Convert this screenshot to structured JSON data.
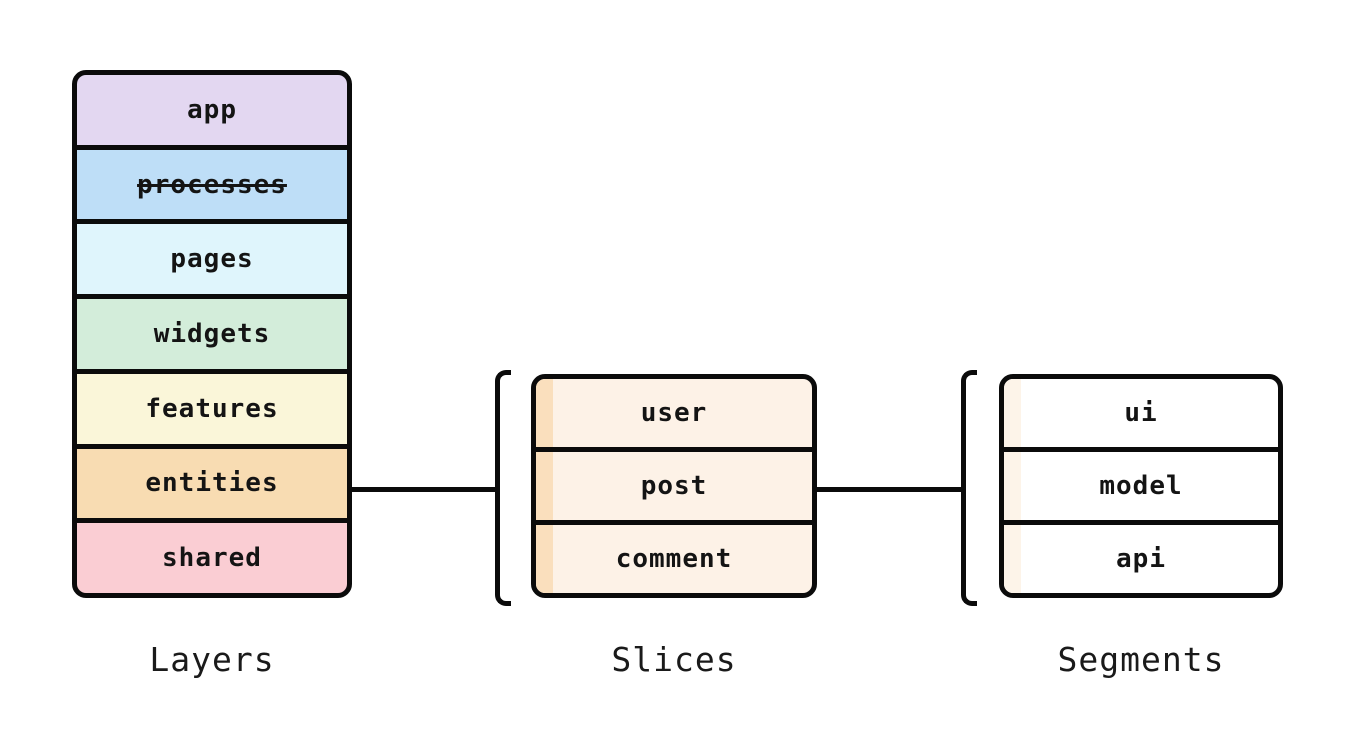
{
  "colors": {
    "stroke": "#0b0b0b",
    "background": "#ffffff"
  },
  "layers": {
    "label": "Layers",
    "items": [
      {
        "label": "app",
        "color": "#e3d7f1",
        "deprecated": false
      },
      {
        "label": "processes",
        "color": "#bedef7",
        "deprecated": true
      },
      {
        "label": "pages",
        "color": "#dff5fc",
        "deprecated": false
      },
      {
        "label": "widgets",
        "color": "#d3edda",
        "deprecated": false
      },
      {
        "label": "features",
        "color": "#faf6d9",
        "deprecated": false
      },
      {
        "label": "entities",
        "color": "#f8dcb2",
        "deprecated": false
      },
      {
        "label": "shared",
        "color": "#facdd3",
        "deprecated": false
      }
    ]
  },
  "slices": {
    "label": "Slices",
    "fill": "#fdf2e7",
    "accent": "#fadfbd",
    "items": [
      {
        "label": "user"
      },
      {
        "label": "post"
      },
      {
        "label": "comment"
      }
    ]
  },
  "segments": {
    "label": "Segments",
    "fill": "#ffffff",
    "accent": "#fdf4e9",
    "items": [
      {
        "label": "ui"
      },
      {
        "label": "model"
      },
      {
        "label": "api"
      }
    ]
  }
}
